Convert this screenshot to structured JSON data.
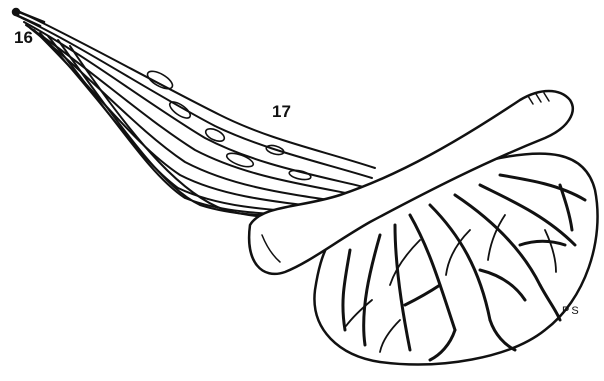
{
  "labels": {
    "label_16": "16",
    "label_17": "17",
    "label_ps": "PS"
  },
  "colors": {
    "ink": "#111111",
    "background": "#ffffff"
  }
}
